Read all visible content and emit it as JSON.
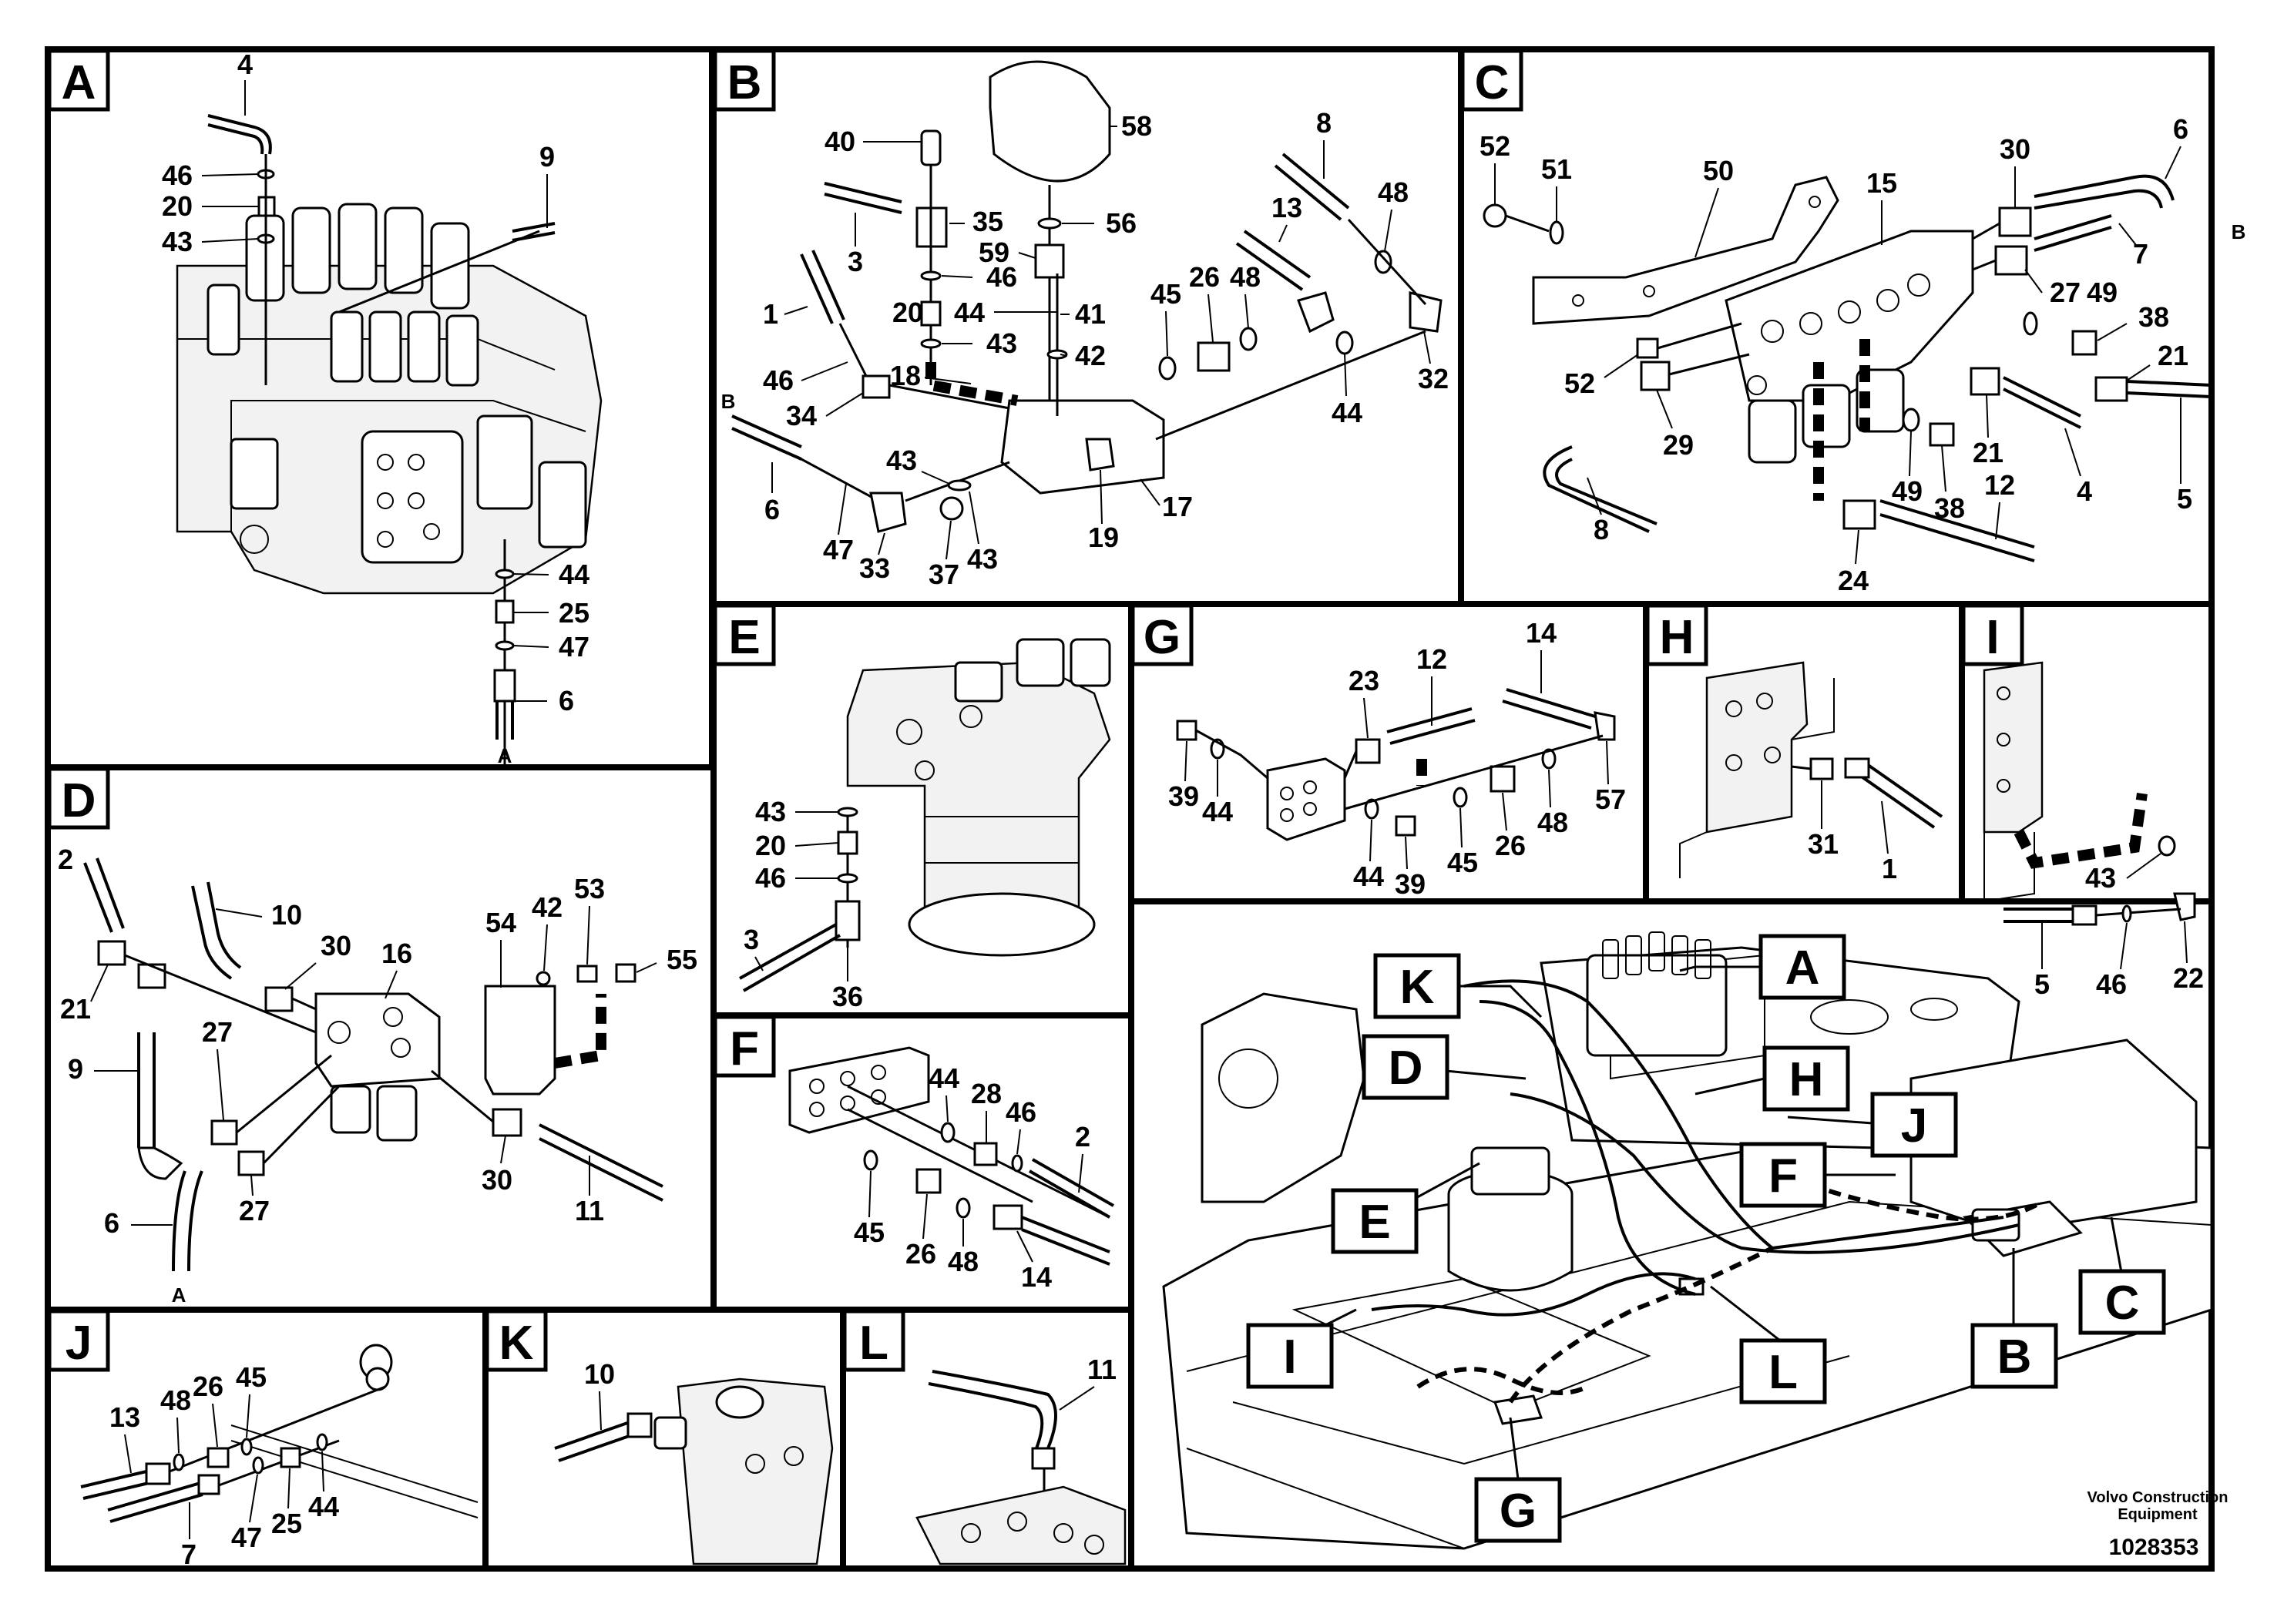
{
  "panels": {
    "A": "A",
    "B": "B",
    "C": "C",
    "D": "D",
    "E": "E",
    "F": "F",
    "G": "G",
    "H": "H",
    "I": "I",
    "J": "J",
    "K": "K",
    "L": "L"
  },
  "callouts": {
    "A": [
      "4",
      "46",
      "20",
      "43",
      "9",
      "44",
      "25",
      "47",
      "6",
      "A"
    ],
    "B": [
      "40",
      "58",
      "35",
      "56",
      "3",
      "59",
      "46",
      "20",
      "44",
      "41",
      "43",
      "42",
      "1",
      "B",
      "46",
      "34",
      "18",
      "6",
      "47",
      "33",
      "43",
      "37",
      "43",
      "19",
      "17",
      "8",
      "13",
      "48",
      "45",
      "26",
      "48",
      "44",
      "32"
    ],
    "C": [
      "52",
      "51",
      "50",
      "15",
      "30",
      "6",
      "B",
      "27",
      "49",
      "7",
      "38",
      "21",
      "52",
      "29",
      "8",
      "49",
      "38",
      "21",
      "4",
      "5",
      "12",
      "24"
    ],
    "D": [
      "2",
      "10",
      "30",
      "16",
      "54",
      "42",
      "53",
      "55",
      "21",
      "9",
      "27",
      "27",
      "30",
      "6",
      "A",
      "11"
    ],
    "E": [
      "43",
      "20",
      "46",
      "3",
      "36"
    ],
    "F": [
      "44",
      "28",
      "46",
      "2",
      "45",
      "26",
      "48",
      "14"
    ],
    "G": [
      "23",
      "12",
      "14",
      "39",
      "44",
      "44",
      "39",
      "45",
      "26",
      "48",
      "57"
    ],
    "H": [
      "31",
      "1"
    ],
    "I": [
      "43",
      "5",
      "46",
      "22"
    ],
    "J": [
      "13",
      "48",
      "26",
      "45",
      "47",
      "25",
      "44",
      "7"
    ],
    "K": [
      "10"
    ],
    "L": [
      "11"
    ]
  },
  "overview_tags": [
    "K",
    "A",
    "D",
    "H",
    "J",
    "E",
    "F",
    "I",
    "L",
    "B",
    "C",
    "G"
  ],
  "footer": {
    "maker": "Volvo Construction Equipment",
    "maker_line1": "Volvo Construction",
    "maker_line2": "Equipment",
    "drawing_number": "1028353"
  }
}
